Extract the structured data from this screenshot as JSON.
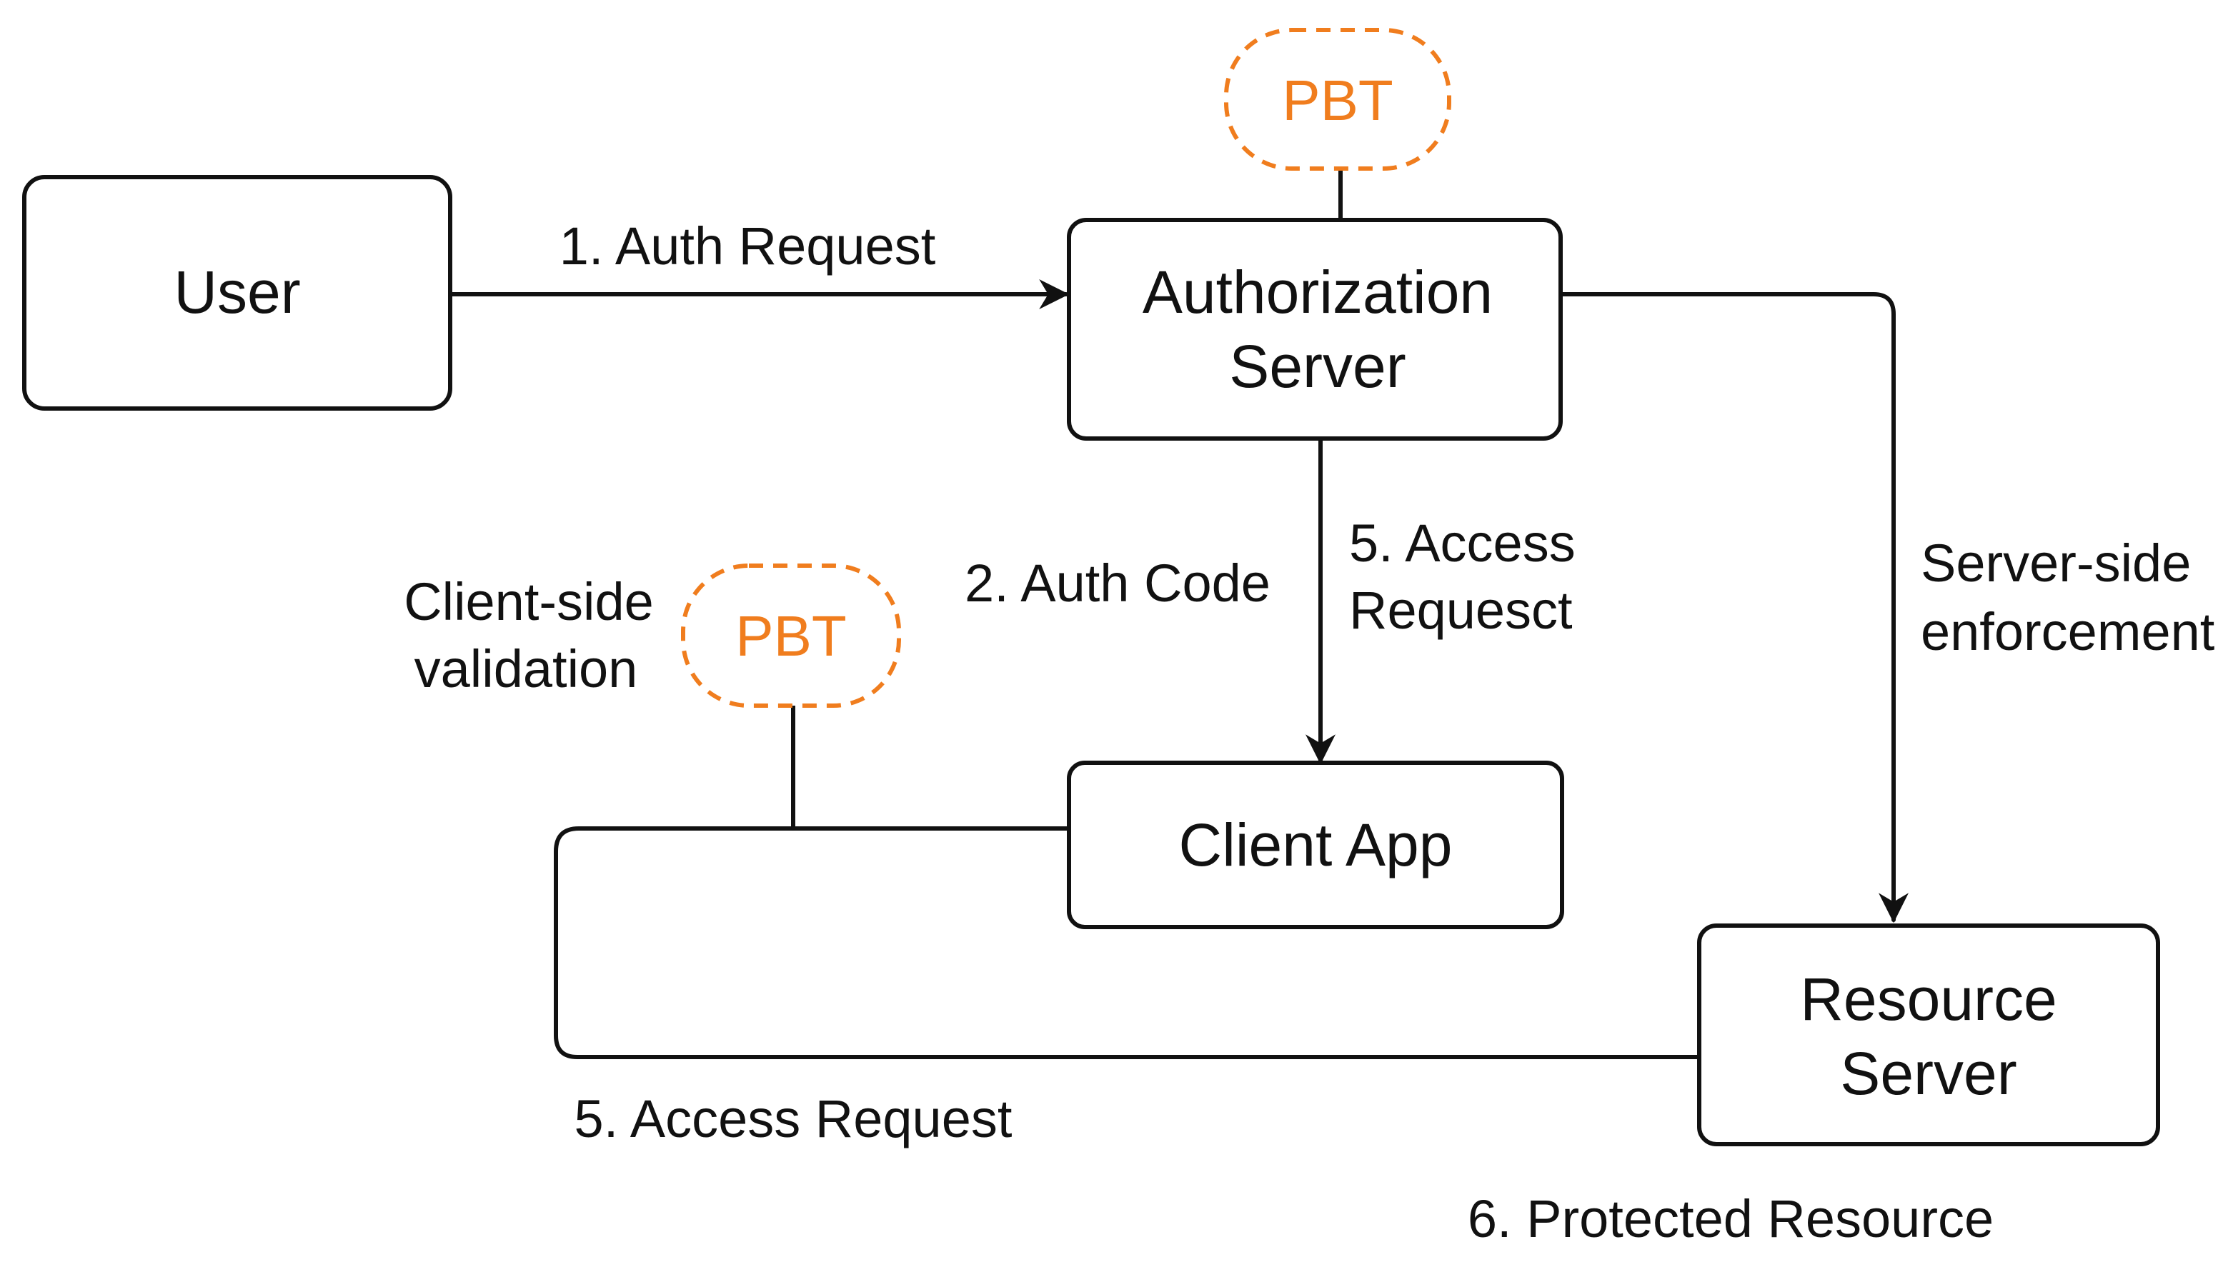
{
  "colors": {
    "line": "#111111",
    "pbt_accent": "#F07D1E",
    "background": "#FFFFFF"
  },
  "nodes": {
    "user": "User",
    "authorization_server": [
      "Authorization",
      "Server"
    ],
    "client_app": "Client App",
    "resource_server": [
      "Resource",
      "Server"
    ]
  },
  "pbt_badges": {
    "top": "PBT",
    "client": "PBT"
  },
  "edge_labels": {
    "auth_request": "1. Auth Request",
    "auth_code": "2. Auth Code",
    "access_request_mid": [
      "5. Access",
      "Requesct"
    ],
    "client_side_validation": [
      "Client-side",
      "validation"
    ],
    "server_side_enforcement": [
      "Server-side",
      "enforcement"
    ],
    "access_request_bottom": "5. Access Request",
    "protected_resource": "6. Protected Resource"
  }
}
